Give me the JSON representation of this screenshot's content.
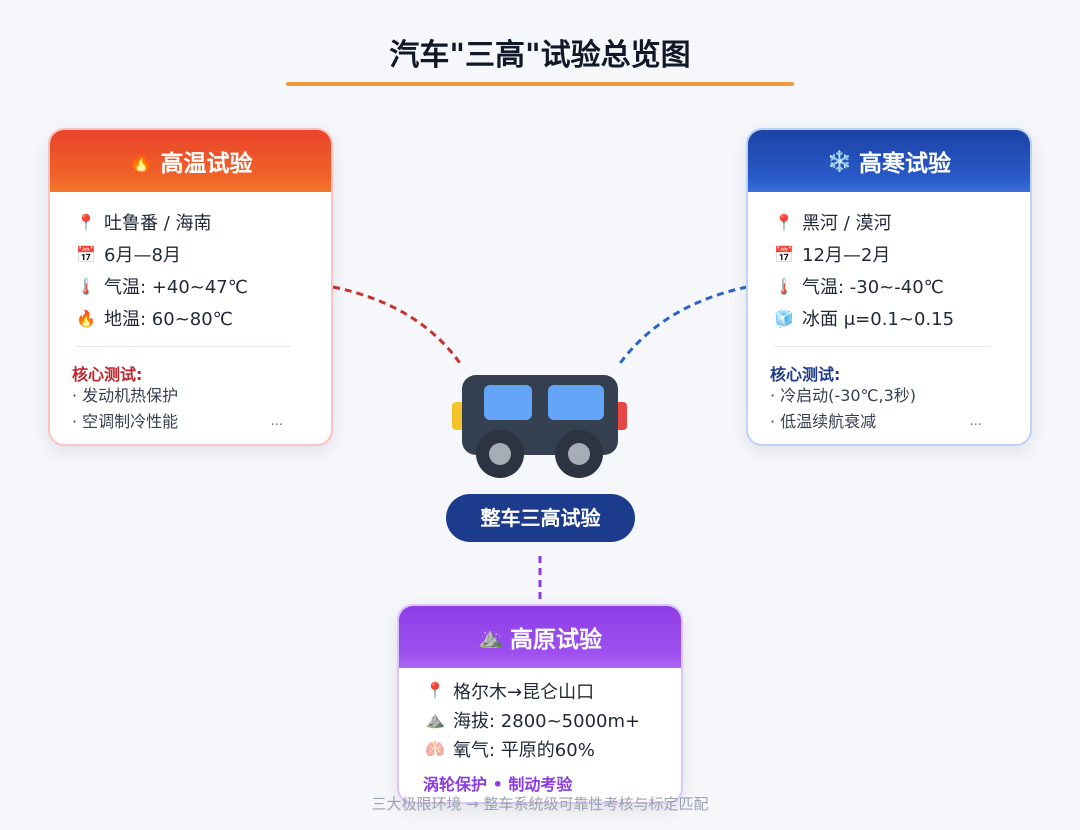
{
  "title": "汽车\"三高\"试验总览图",
  "center": {
    "label": "整车三高试验"
  },
  "footer": "三大极限环境 → 整车系统级可靠性考核与标定匹配",
  "cards": {
    "hot": {
      "icon": "fire-icon",
      "title": "高温试验",
      "rows": [
        {
          "icon": "pin-icon",
          "text": "吐鲁番 / 海南"
        },
        {
          "icon": "calendar-icon",
          "text": "6月—8月"
        },
        {
          "icon": "thermometer-icon",
          "text": "气温: +40~47℃"
        },
        {
          "icon": "fire-icon",
          "text": "地温: 60~80℃"
        }
      ],
      "core_label": "核心测试:",
      "core_items": [
        "· 发动机热保护",
        "· 空调制冷性能"
      ],
      "more": "...",
      "accent": "#e9442a"
    },
    "cold": {
      "icon": "snowflake-icon",
      "title": "高寒试验",
      "rows": [
        {
          "icon": "pin-icon",
          "text": "黑河 / 漠河"
        },
        {
          "icon": "calendar-icon",
          "text": "12月—2月"
        },
        {
          "icon": "thermometer-icon",
          "text": "气温: -30~-40℃"
        },
        {
          "icon": "ice-cube-icon",
          "text": "冰面 μ=0.1~0.15"
        }
      ],
      "core_label": "核心测试:",
      "core_items": [
        "· 冷启动(-30℃,3秒)",
        "· 低温续航衰减"
      ],
      "more": "...",
      "accent": "#1d43a6"
    },
    "plateau": {
      "icon": "mountain-icon",
      "title": "高原试验",
      "rows": [
        {
          "icon": "pin-icon",
          "text": "格尔木→昆仑山口"
        },
        {
          "icon": "mountain-icon",
          "text": "海拔: 2800~5000m+"
        },
        {
          "icon": "oxygen-icon",
          "text": "氧气: 平原的60%"
        }
      ],
      "core_line": "涡轮保护 • 制动考验",
      "accent": "#8f3ee6"
    }
  }
}
